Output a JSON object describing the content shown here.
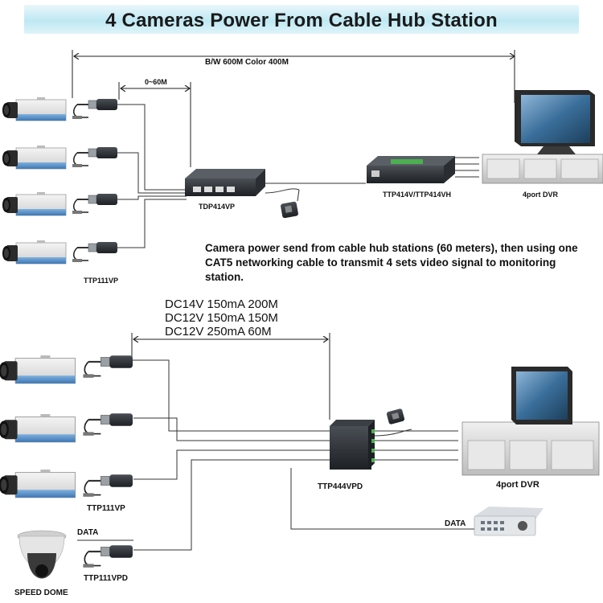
{
  "title": "4 Cameras Power From Cable Hub Station",
  "top_section": {
    "long_range_label": "B/W 600M   Color 400M",
    "short_range_label": "0~60M",
    "hub_label": "TDP414VP",
    "receiver_label": "TTP414V/TTP414VH",
    "dvr_label": "4port DVR",
    "balun_label": "TTP111VP",
    "description": "Camera power send from cable hub stations (60 meters), then using one CAT5 networking cable to transmit 4 sets video signal to monitoring station."
  },
  "bottom_section": {
    "specs": [
      "DC14V 150mA  200M",
      "DC12V 150mA  150M",
      "DC12V 250mA  60M"
    ],
    "hub_label": "TTP444VPD",
    "dvr_label": "4port DVR",
    "balun_label": "TTP111VP",
    "dome_data_label": "DATA",
    "dome_balun_label": "TTP111VPD",
    "dome_label": "SPEED DOME",
    "keyboard_data_label": "DATA"
  },
  "colors": {
    "title_bar": "#bfe8f3",
    "camera_body": "#e6e6e6",
    "camera_band": "#5a90c8",
    "device_dark": "#2f3338",
    "dvr_body": "#dcdcdc"
  }
}
